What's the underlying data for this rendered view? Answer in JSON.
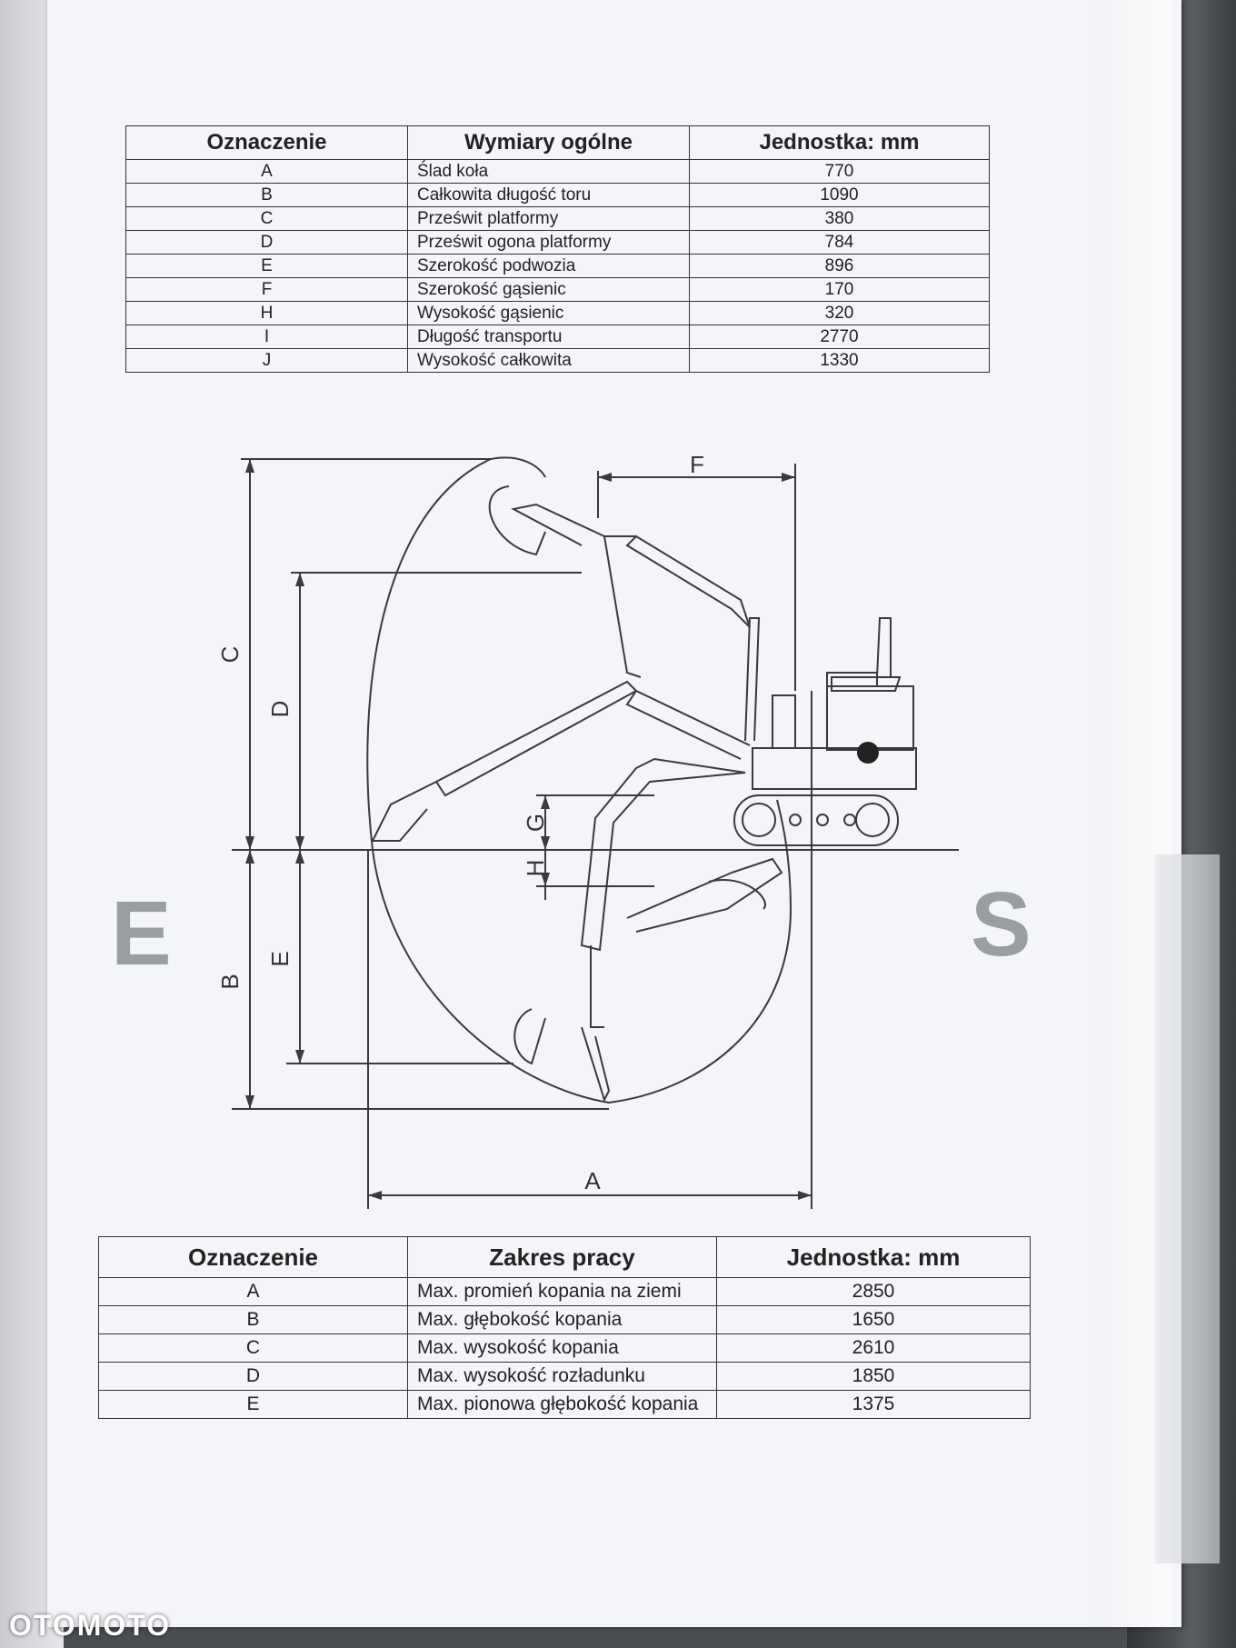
{
  "table1": {
    "headers": [
      "Oznaczenie",
      "Wymiary ogólne",
      "Jednostka: mm"
    ],
    "rows": [
      {
        "code": "A",
        "label": "Ślad koła",
        "value": "770"
      },
      {
        "code": "B",
        "label": "Całkowita długość toru",
        "value": "1090"
      },
      {
        "code": "C",
        "label": "Prześwit platformy",
        "value": "380"
      },
      {
        "code": "D",
        "label": "Prześwit ogona platformy",
        "value": "784"
      },
      {
        "code": "E",
        "label": "Szerokość podwozia",
        "value": "896"
      },
      {
        "code": "F",
        "label": "Szerokość gąsienic",
        "value": "170"
      },
      {
        "code": "H",
        "label": "Wysokość gąsienic",
        "value": "320"
      },
      {
        "code": "I",
        "label": "Długość transportu",
        "value": "2770"
      },
      {
        "code": "J",
        "label": "Wysokość całkowita",
        "value": "1330"
      }
    ]
  },
  "diagram": {
    "labels": {
      "A": "A",
      "B": "B",
      "C": "C",
      "D": "D",
      "E": "E",
      "F": "F",
      "G": "G",
      "H": "H"
    }
  },
  "table2": {
    "headers": [
      "Oznaczenie",
      "Zakres pracy",
      "Jednostka: mm"
    ],
    "rows": [
      {
        "code": "A",
        "label": "Max. promień kopania na ziemi",
        "value": "2850"
      },
      {
        "code": "B",
        "label": "Max. głębokość kopania",
        "value": "1650"
      },
      {
        "code": "C",
        "label": "Max. wysokość kopania",
        "value": "2610"
      },
      {
        "code": "D",
        "label": "Max. wysokość rozładunku",
        "value": "1850"
      },
      {
        "code": "E",
        "label": "Max. pionowa głębokość kopania",
        "value": "1375"
      }
    ]
  },
  "bleed_through": {
    "left_letter": "E",
    "right_letter": "S"
  },
  "watermark": "OTOMOTO"
}
